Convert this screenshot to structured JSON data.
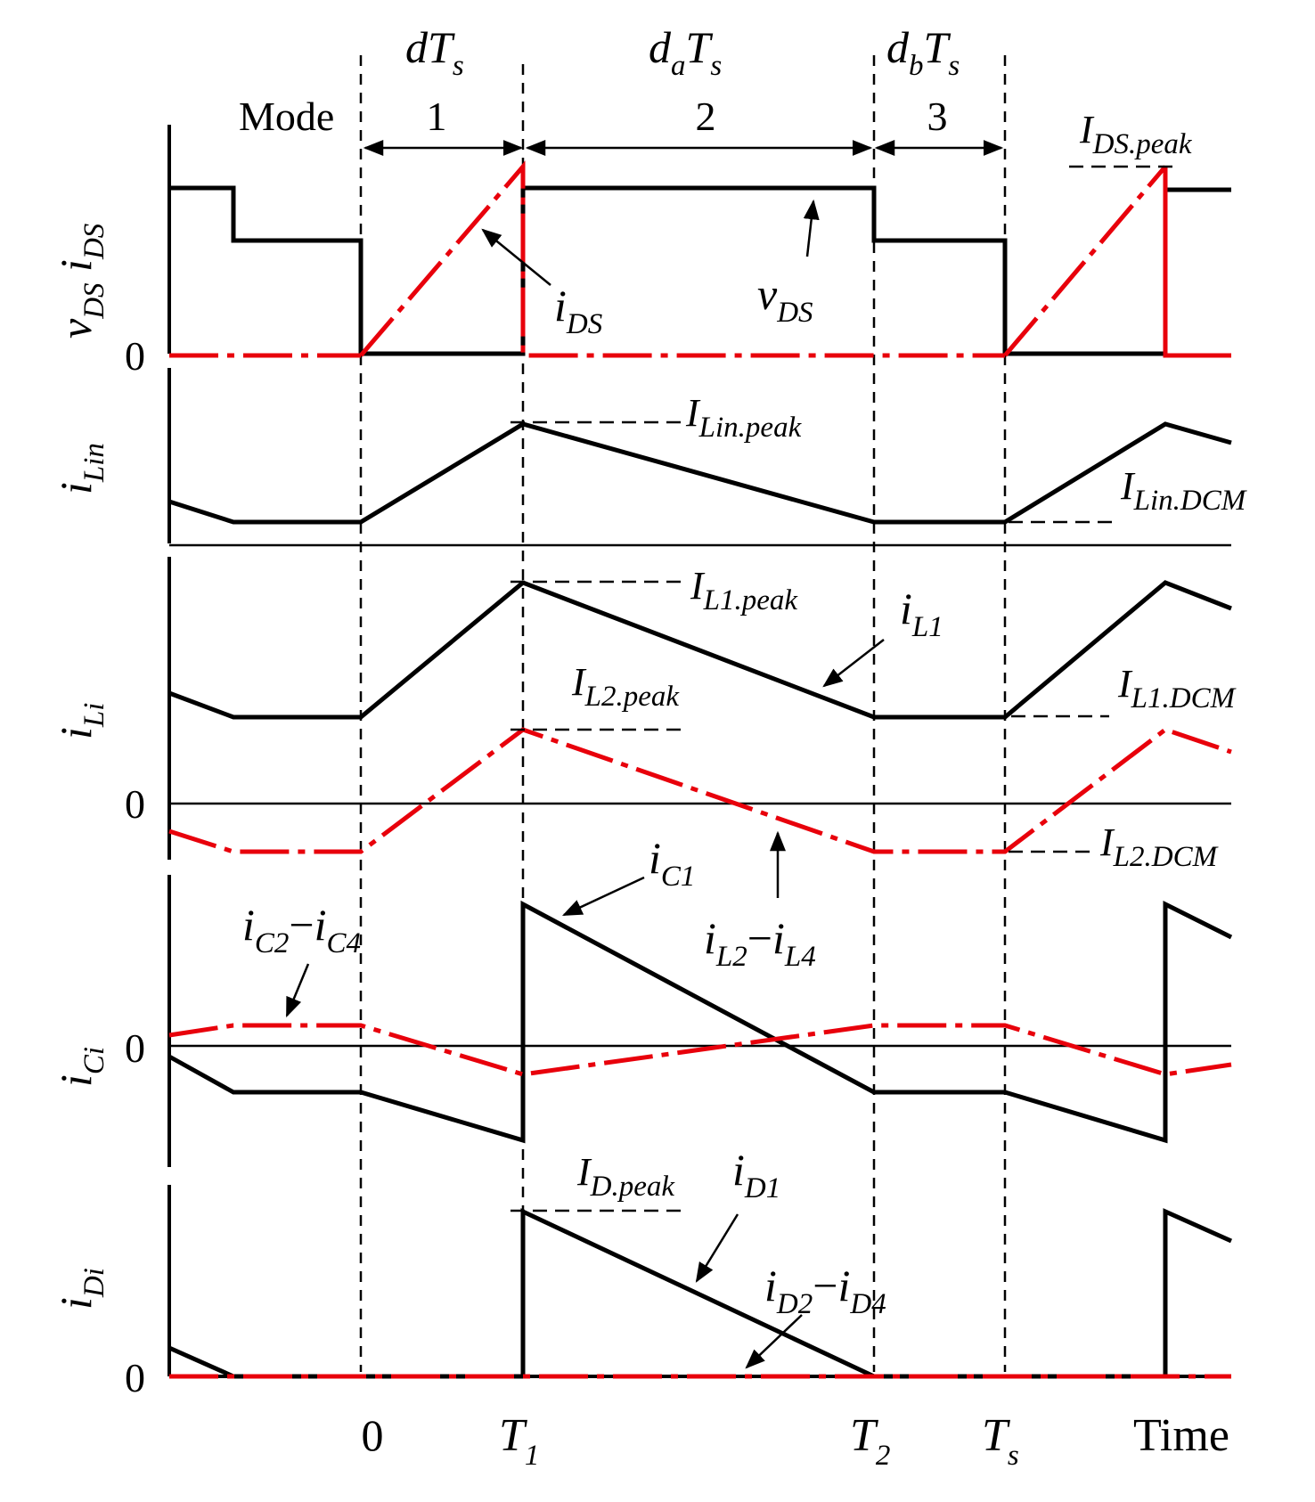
{
  "intervals": {
    "mode_label": "Mode",
    "m1_num": "1",
    "m2_num": "2",
    "m3_num": "3",
    "m1_duration": {
      "main": "dT",
      "sub": "s"
    },
    "m2_duration": {
      "main": "d",
      "sub1": "a",
      "main2": "T",
      "sub2": "s"
    },
    "m3_duration": {
      "main": "d",
      "sub1": "b",
      "main2": "T",
      "sub2": "s"
    }
  },
  "time_axis": {
    "t0": "0",
    "t1": {
      "main": "T",
      "sub": "1"
    },
    "t2": {
      "main": "T",
      "sub": "2"
    },
    "ts": {
      "main": "T",
      "sub": "s"
    },
    "label": "Time"
  },
  "panel1": {
    "ylabel": {
      "a": "v",
      "a_sub": "DS",
      "b": "i",
      "b_sub": "DS"
    },
    "zero": "0",
    "ann_ids": {
      "main": "i",
      "sub": "DS"
    },
    "ann_vds": {
      "main": "v",
      "sub": "DS"
    },
    "ann_peak": {
      "main": "I",
      "sub": "DS.peak"
    }
  },
  "panel2": {
    "ylabel": {
      "main": "i",
      "sub": "Lin"
    },
    "ann_peak": {
      "main": "I",
      "sub": "Lin.peak"
    },
    "ann_dcm": {
      "main": "I",
      "sub": "Lin.DCM"
    }
  },
  "panel3": {
    "ylabel": {
      "main": "i",
      "sub": "Li"
    },
    "zero": "0",
    "ann_l1peak": {
      "main": "I",
      "sub": "L1.peak"
    },
    "ann_il1": {
      "main": "i",
      "sub": "L1"
    },
    "ann_l2peak": {
      "main": "I",
      "sub": "L2.peak"
    },
    "ann_l1dcm": {
      "main": "I",
      "sub": "L1.DCM"
    },
    "ann_l2dcm": {
      "main": "I",
      "sub": "L2.DCM"
    },
    "ann_il2il4": {
      "a": "i",
      "a_sub": "L2",
      "dash": "−",
      "b": "i",
      "b_sub": "L4"
    }
  },
  "panel4": {
    "ylabel": {
      "main": "i",
      "sub": "Ci"
    },
    "zero": "0",
    "ann_ic1": {
      "main": "i",
      "sub": "C1"
    },
    "ann_ic2ic4": {
      "a": "i",
      "a_sub": "C2",
      "dash": "−",
      "b": "i",
      "b_sub": "C4"
    }
  },
  "panel5": {
    "ylabel": {
      "main": "i",
      "sub": "Di"
    },
    "zero": "0",
    "ann_dpeak": {
      "main": "I",
      "sub": "D.peak"
    },
    "ann_id1": {
      "main": "i",
      "sub": "D1"
    },
    "ann_id2id4": {
      "a": "i",
      "a_sub": "D2",
      "dash": "−",
      "b": "i",
      "b_sub": "D4"
    }
  },
  "colors": {
    "black_trace": "#000000",
    "red_trace": "#e8000b"
  }
}
